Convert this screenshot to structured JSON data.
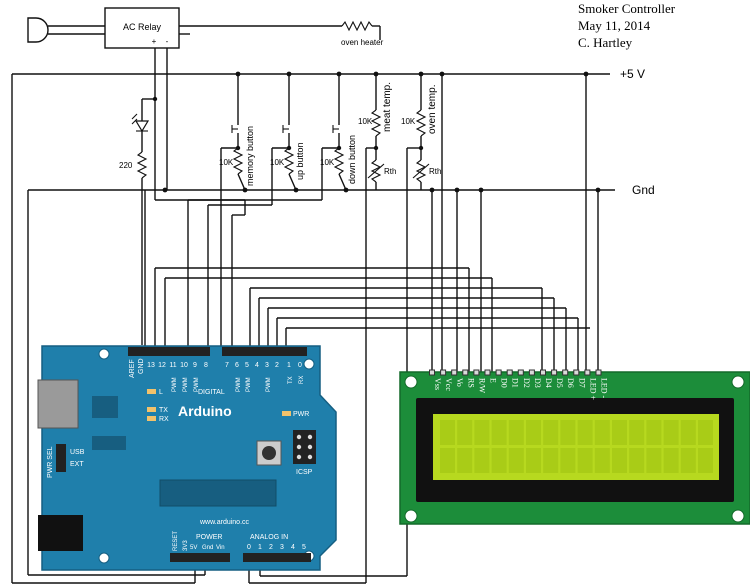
{
  "title_block": {
    "line1": "Smoker Controller",
    "line2": "May 11, 2014",
    "line3": "C. Hartley"
  },
  "rails": {
    "vcc": "+5 V",
    "gnd": "Gnd"
  },
  "components": {
    "relay": "AC Relay",
    "relay_plus": "+",
    "relay_minus": "-",
    "heater": "oven heater",
    "led_resistor": "220",
    "memory_button": "memory button",
    "up_button": "up button",
    "down_button": "down button",
    "pulldown": "10K",
    "meat_temp": "meat temp.",
    "oven_temp": "oven temp.",
    "probe_resistor": "10K",
    "thermistor": "Rth"
  },
  "arduino": {
    "brand": "Arduino",
    "website": "www.arduino.cc",
    "digital": "DIGITAL",
    "power": "POWER",
    "analog_in": "ANALOG IN",
    "aref": "AREF",
    "gnd": "GND",
    "top_pins_left": [
      "13",
      "12",
      "11",
      "10",
      "9",
      "8"
    ],
    "top_pins_right": [
      "7",
      "6",
      "5",
      "4",
      "3",
      "2",
      "1",
      "0"
    ],
    "pwm": "PWM",
    "tx": "TX",
    "rx": "RX",
    "led_l": "L",
    "led_tx": "TX",
    "led_rx": "RX",
    "pwr": "PWR",
    "icsp": "ICSP",
    "pwr_sel": "PWR SEL",
    "usb": "USB",
    "ext": "EXT",
    "power_pins": [
      "RESET",
      "3V3",
      "5V",
      "Gnd",
      "Vin"
    ],
    "analog_pins": [
      "0",
      "1",
      "2",
      "3",
      "4",
      "5"
    ]
  },
  "lcd": {
    "pins": [
      "Vss",
      "Vcc",
      "Vo",
      "RS",
      "R/W",
      "E",
      "D0",
      "D1",
      "D2",
      "D3",
      "D4",
      "D5",
      "D6",
      "D7",
      "LED +",
      "LED -"
    ]
  }
}
